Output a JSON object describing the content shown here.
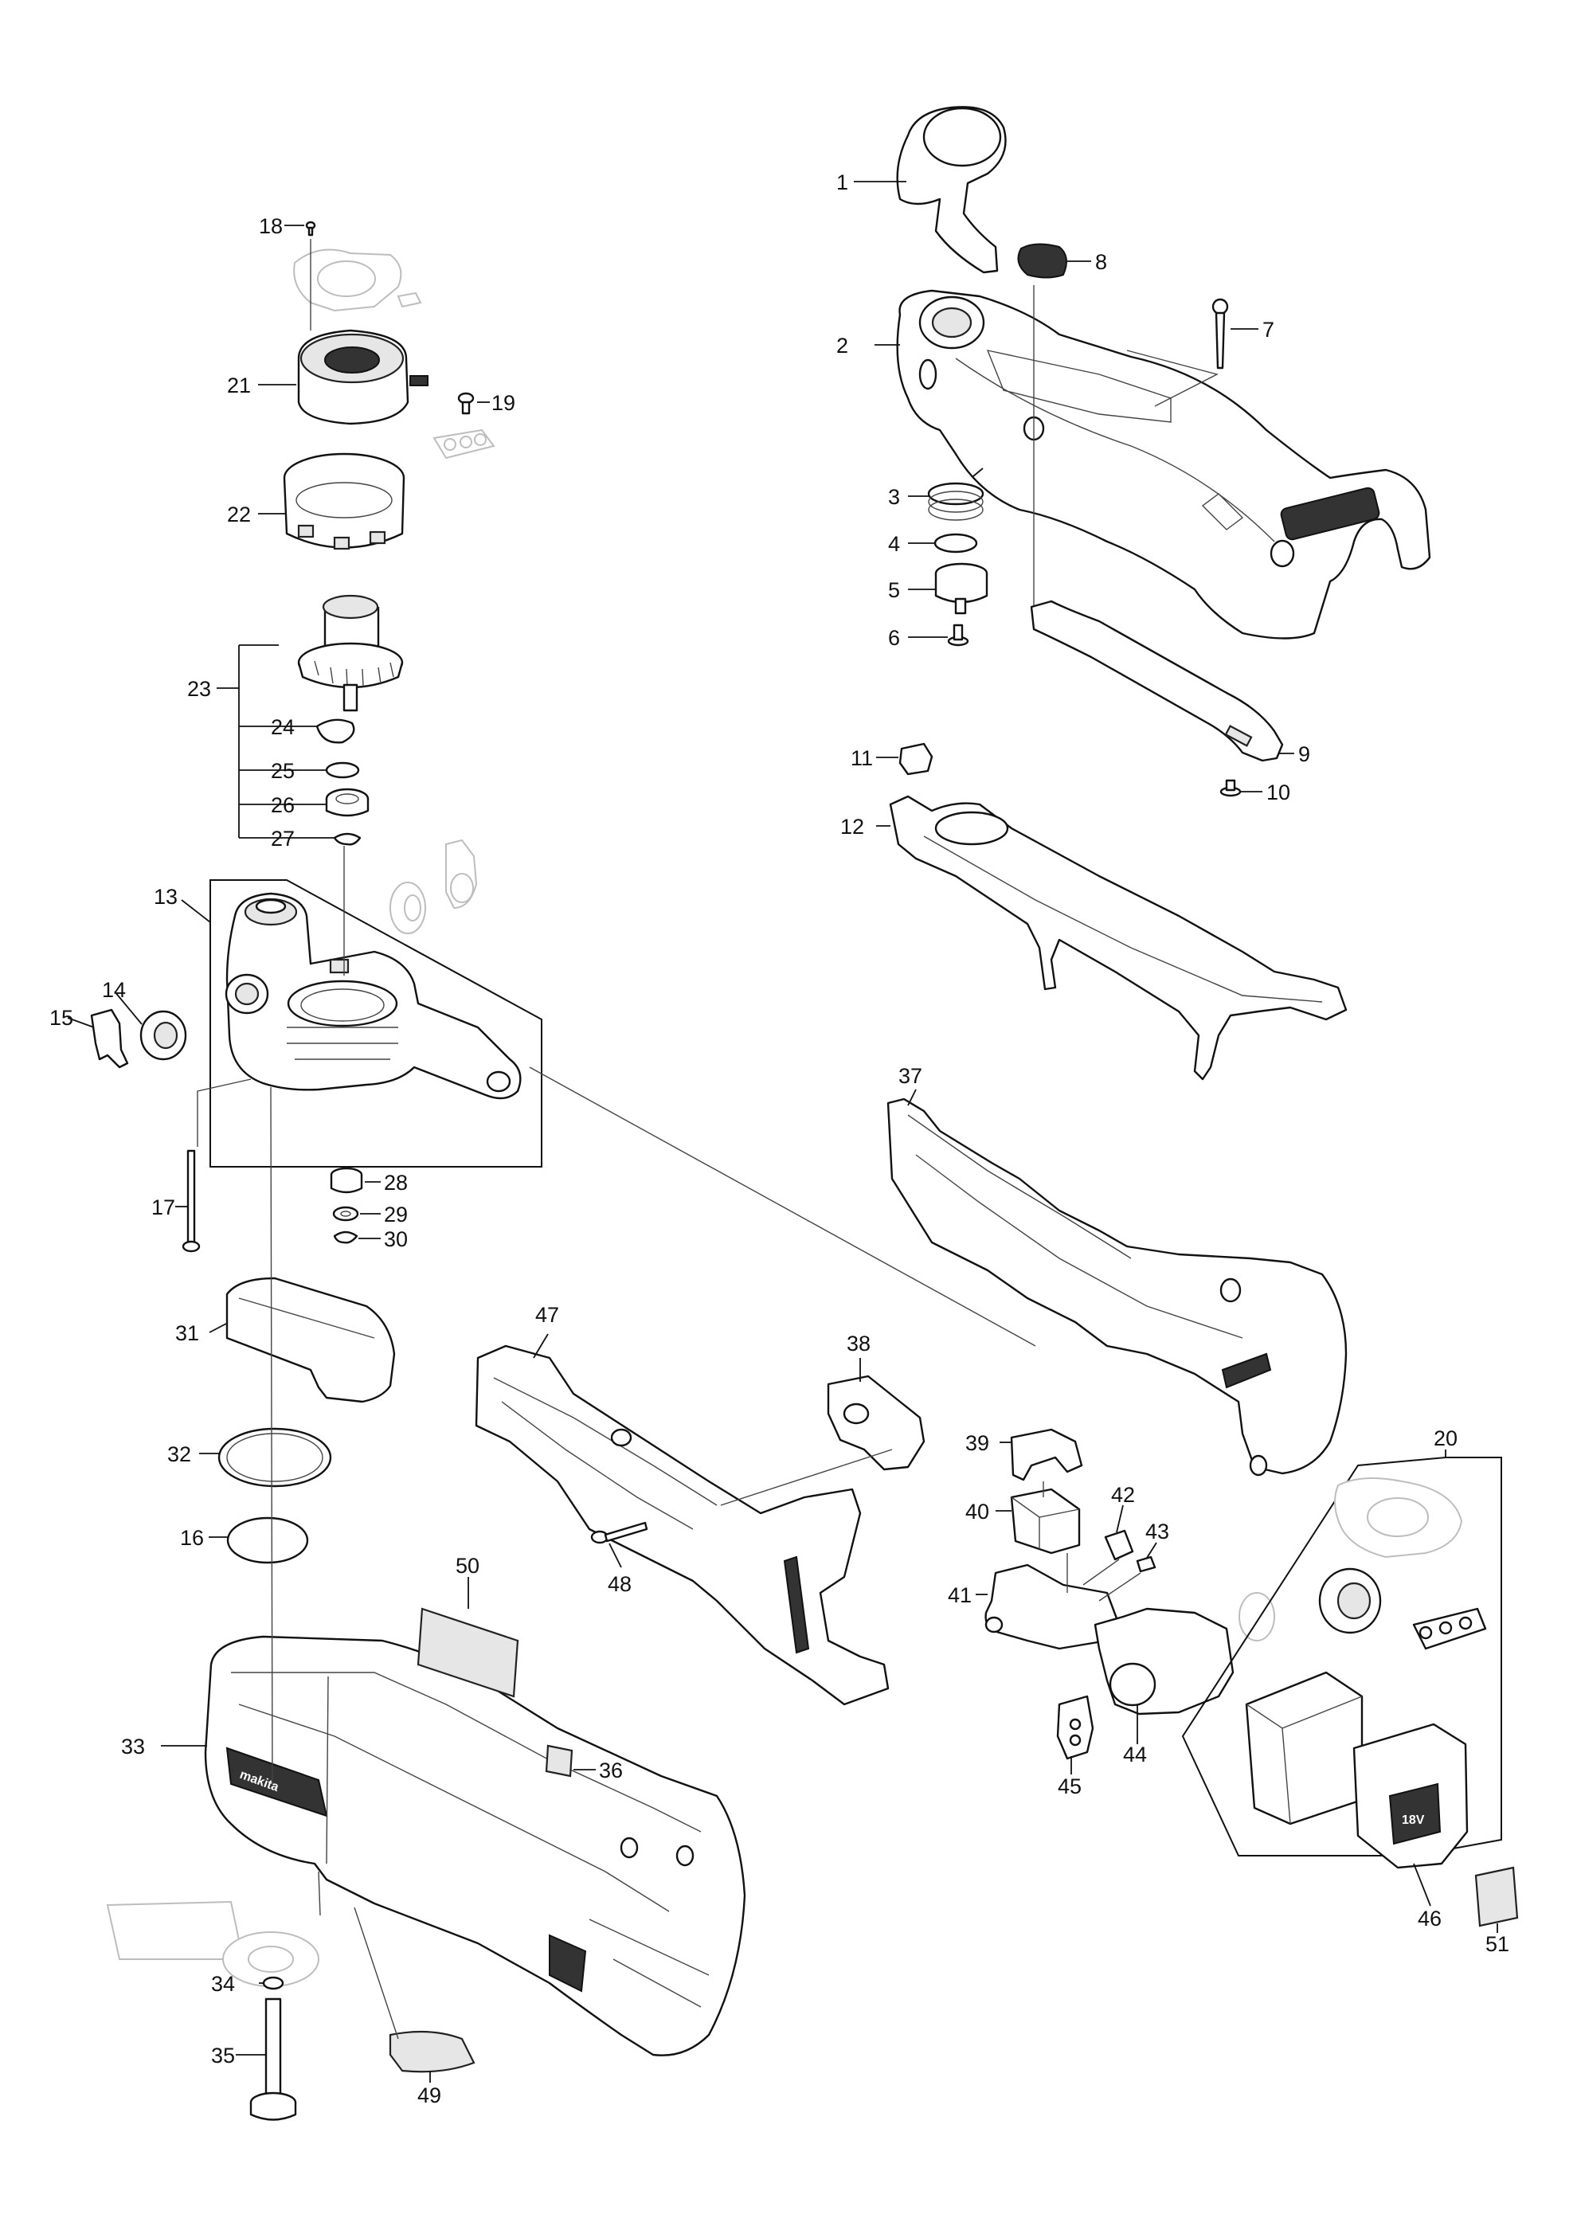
{
  "diagram": {
    "type": "exploded-parts-view",
    "brand_marking": "makita",
    "battery_marking": "18V",
    "callouts": [
      "1",
      "2",
      "3",
      "4",
      "5",
      "6",
      "7",
      "8",
      "9",
      "10",
      "11",
      "12",
      "13",
      "14",
      "15",
      "16",
      "17",
      "18",
      "19",
      "20",
      "21",
      "22",
      "23",
      "24",
      "25",
      "26",
      "27",
      "28",
      "29",
      "30",
      "31",
      "32",
      "33",
      "34",
      "35",
      "36",
      "37",
      "38",
      "39",
      "40",
      "41",
      "42",
      "43",
      "44",
      "45",
      "46",
      "47",
      "48",
      "49",
      "50",
      "51"
    ]
  }
}
